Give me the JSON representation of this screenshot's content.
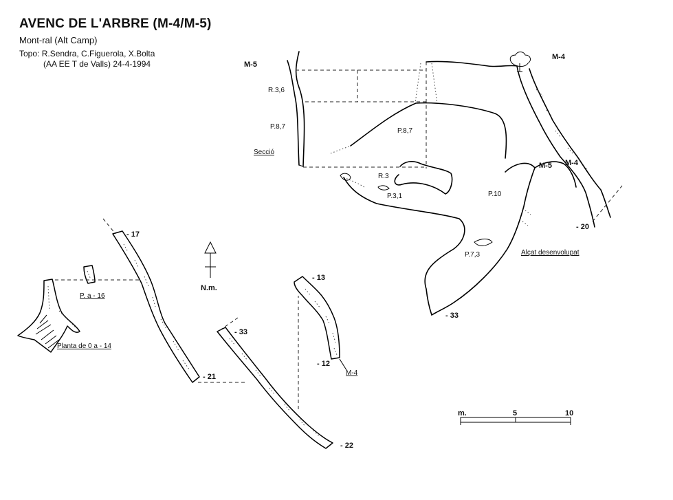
{
  "header": {
    "title": "AVENC DE L'ARBRE (M-4/M-5)",
    "subtitle": "Mont-ral (Alt Camp)",
    "topo_line1": "Topo: R.Sendra, C.Figuerola, X.Bolta",
    "topo_line2": "(AA EE T de Valls)  24-4-1994"
  },
  "section": {
    "entrance_m5": "M-5",
    "entrance_m4": "M-4",
    "label_r36": "R.3,6",
    "label_p87_left": "P.8,7",
    "label_seccio": "Secció",
    "label_p87_right": "P.8,7",
    "label_r3": "R.3",
    "label_p31": "P.3,1",
    "label_p10": "P.10",
    "label_p73": "P.7,3",
    "label_m5_junction": "M-5",
    "label_m4_junction": "M-4",
    "depth_20": "- 20",
    "depth_33": "- 33",
    "label_alcat": "Alçat desenvolupat"
  },
  "north": {
    "label": "N.m."
  },
  "plan": {
    "depth_17": "- 17",
    "depth_21": "- 21",
    "depth_33": "- 33",
    "depth_22": "- 22",
    "depth_13": "- 13",
    "depth_12": "- 12",
    "label_m4": "M-4",
    "label_pa16": "P. a - 16",
    "label_planta": "Planta de 0 a - 14"
  },
  "scale": {
    "unit": "m.",
    "mid": "5",
    "end": "10"
  }
}
